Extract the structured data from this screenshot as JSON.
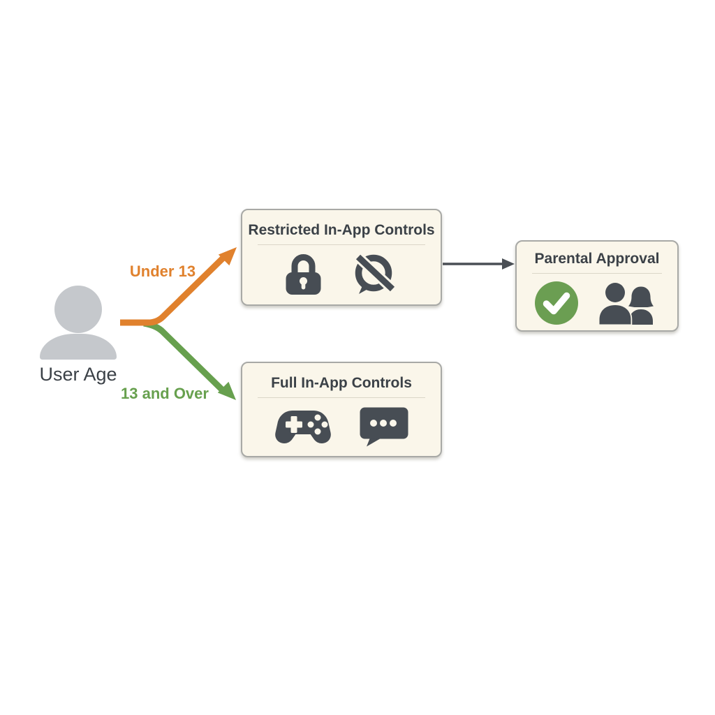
{
  "colors": {
    "orange": "#E0812D",
    "green": "#67A04E",
    "slate": "#474D54",
    "connector": "#4A4F55",
    "cream": "#FAF6EA",
    "box-border": "#A8A9A6",
    "divider": "#DBD6C8",
    "title": "#3B4147",
    "person": "#C5C8CC",
    "check-green": "#6B9E52"
  },
  "start": {
    "label": "User Age",
    "icon": "person-icon"
  },
  "branches": {
    "under13": {
      "label": "Under 13",
      "color": "#E0812D",
      "target": "Restricted In-App Controls"
    },
    "over13": {
      "label": "13 and Over",
      "color": "#67A04E",
      "target": "Full In-App Controls"
    }
  },
  "nodes": {
    "restricted": {
      "title": "Restricted In-App Controls",
      "icons": [
        "lock-icon",
        "no-chat-icon"
      ]
    },
    "full": {
      "title": "Full In-App Controls",
      "icons": [
        "gamepad-icon",
        "chat-icon"
      ]
    },
    "parental": {
      "title": "Parental Approval",
      "icons": [
        "check-icon",
        "parent-child-icon"
      ]
    }
  },
  "connections": {
    "restricted_to_parental": {
      "from": "Restricted In-App Controls",
      "to": "Parental Approval"
    }
  }
}
